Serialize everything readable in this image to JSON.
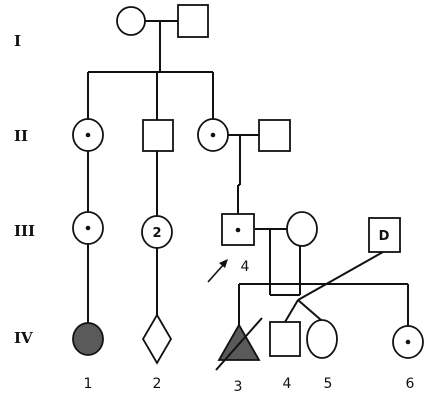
{
  "generations": {
    "g1": "I",
    "g2": "II",
    "g3": "III",
    "g4": "IV"
  },
  "symbols": {
    "iii_female_count": "2",
    "iii_donor": "D"
  },
  "labels": {
    "iii_proband": "4",
    "iv_1": "1",
    "iv_2": "2",
    "iv_3": "3",
    "iv_4": "4",
    "iv_5": "5",
    "iv_6": "6"
  },
  "colors": {
    "affected_fill": "#5a5a5a",
    "line": "#111111"
  }
}
